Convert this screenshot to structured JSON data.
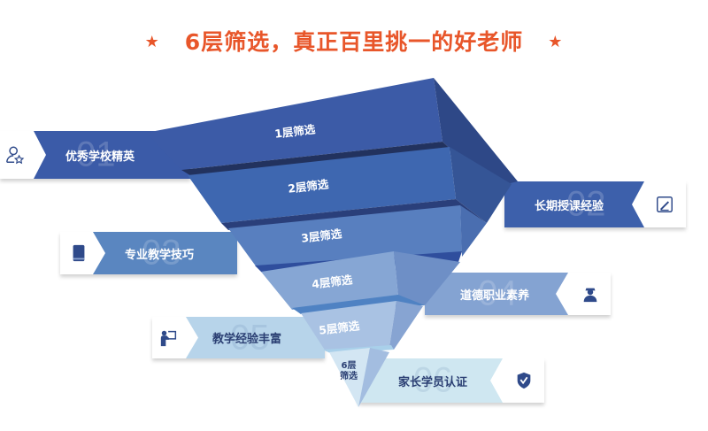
{
  "title": {
    "star_icon": "star-icon",
    "text": "6层筛选，真正百里挑一的好老师",
    "color": "#e8562a"
  },
  "layers": [
    {
      "label": "1层筛选"
    },
    {
      "label": "2层筛选"
    },
    {
      "label": "3层筛选"
    },
    {
      "label": "4层筛选"
    },
    {
      "label": "5层筛选"
    },
    {
      "label_line1": "6层",
      "label_line2": "筛选"
    }
  ],
  "items": [
    {
      "num": "01",
      "text": "优秀学校精英",
      "icon": "user-star-icon",
      "color": "#3b5ba8"
    },
    {
      "num": "02",
      "text": "长期授课经验",
      "icon": "document-edit-icon",
      "color": "#3d60ab"
    },
    {
      "num": "03",
      "text": "专业教学技巧",
      "icon": "book-icon",
      "color": "#5a86c0"
    },
    {
      "num": "04",
      "text": "道德职业素养",
      "icon": "teacher-icon",
      "color": "#84a3d2"
    },
    {
      "num": "05",
      "text": "教学经验丰富",
      "icon": "presenter-icon",
      "color": "#b7d4ea"
    },
    {
      "num": "06",
      "text": "家长学员认证",
      "icon": "shield-check-icon",
      "color": "#cfe7f1"
    }
  ]
}
